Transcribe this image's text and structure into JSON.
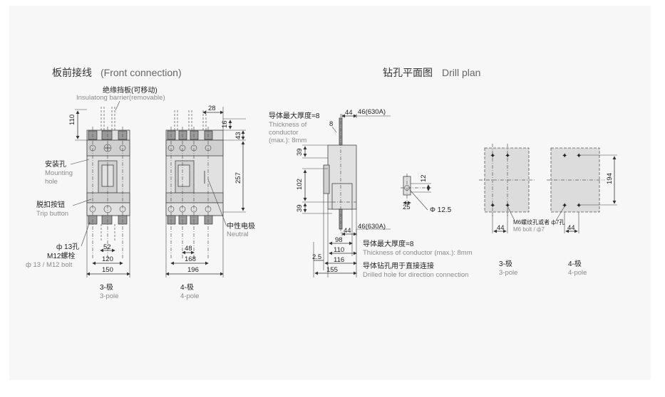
{
  "front": {
    "title_cn": "板前接线",
    "title_en": "(Front connection)",
    "barrier_cn": "绝缘挡板(可移动)",
    "barrier_en": "Insulatong barrier(removable)",
    "mounting_cn": "安装孔",
    "mounting_en1": "Mounting",
    "mounting_en2": "hole",
    "trip_cn": "脱扣按钮",
    "trip_en": "Trip button",
    "hole_cn": "ф 13孔",
    "bolt_cn": "M12螺栓",
    "hole_bolt_en": "ф 13 / M12 bolt",
    "neutral_cn": "中性电极",
    "neutral_en": "Neutral",
    "p3_cn": "3-极",
    "p3_en": "3-pole",
    "p4_cn": "4-极",
    "p4_en": "4-pole",
    "dims": {
      "h110": "110",
      "d52": "52",
      "d120": "120",
      "d150": "150",
      "d28": "28",
      "d16": "16",
      "d43": "43",
      "d257": "257",
      "d48": "48",
      "d168": "168",
      "d196": "196"
    }
  },
  "drill": {
    "title_cn": "钻孔平面图",
    "title_en": "Drill plan",
    "thick_top_cn": "导体最大厚度=8",
    "thick_top_en1": "Thickness of",
    "thick_top_en2": "conductor",
    "thick_top_en3": "(max.): 8mm",
    "thick_bot_cn": "导体最大厚度=8",
    "thick_bot_en": "Thickness of conductor (max.): 8mm",
    "direct_cn": "导体钻孔用于直接连接",
    "direct_en": "Drilled hole for direction connection",
    "m6_cn": "M6螺纹孔或者 ф7孔",
    "m6_en": "M6 bolt / ф7",
    "p3_cn": "3-极",
    "p3_en": "3-pole",
    "p4_cn": "4-极",
    "p4_en": "4-pole",
    "dims": {
      "d8": "8",
      "d44a": "44",
      "d46top": "46(630A)",
      "d39a": "39",
      "d102": "102",
      "d39b": "39",
      "d44b": "44",
      "d46bot": "46(630A)",
      "d98": "98",
      "d110": "110",
      "d116": "116",
      "d25s": "2.5",
      "d155": "155",
      "d12": "12",
      "d25": "25",
      "phi": "Φ 12.5",
      "d44c": "44",
      "d44d": "44",
      "d194": "194"
    }
  }
}
